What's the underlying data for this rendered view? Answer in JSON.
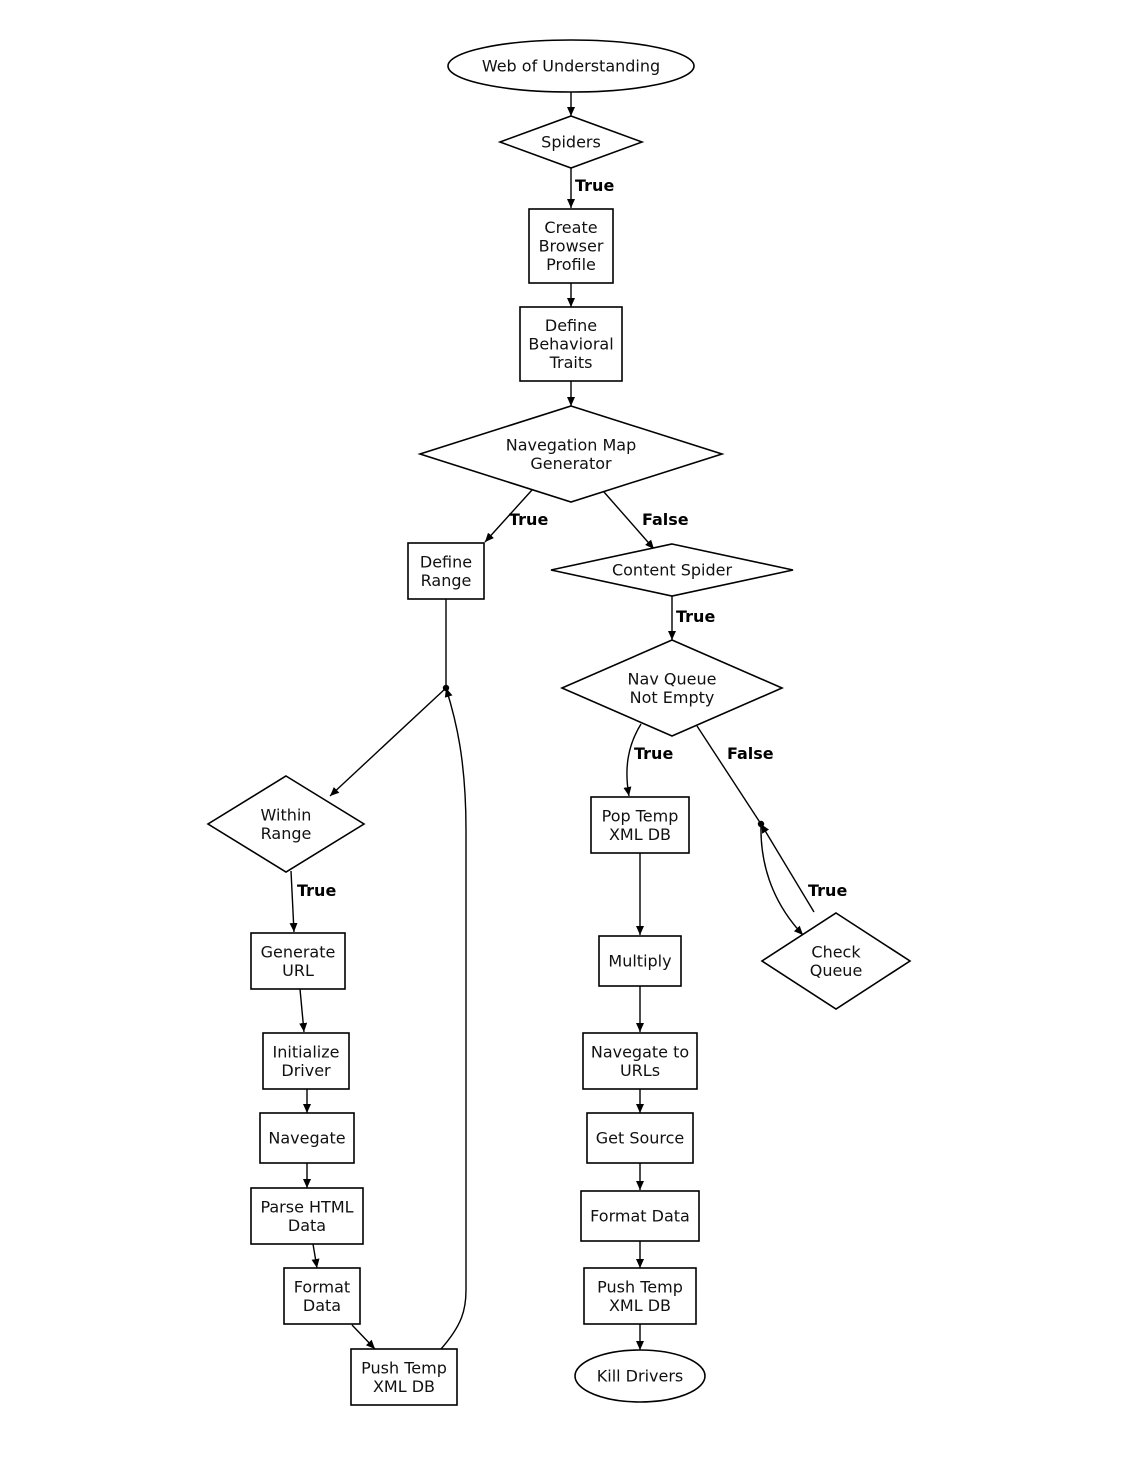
{
  "nodes": {
    "web_of_understanding": {
      "shape": "ellipse",
      "lines": [
        "Web of Understanding"
      ]
    },
    "spiders": {
      "shape": "diamond",
      "lines": [
        "Spiders"
      ]
    },
    "create_browser_profile": {
      "shape": "rect",
      "lines": [
        "Create",
        "Browser",
        "Profile"
      ]
    },
    "define_behavioral_traits": {
      "shape": "rect",
      "lines": [
        "Define",
        "Behavioral",
        "Traits"
      ]
    },
    "navegation_map_generator": {
      "shape": "diamond",
      "lines": [
        "Navegation Map",
        "Generator"
      ]
    },
    "define_range": {
      "shape": "rect",
      "lines": [
        "Define",
        "Range"
      ]
    },
    "content_spider": {
      "shape": "diamond",
      "lines": [
        "Content Spider"
      ]
    },
    "nav_queue_not_empty": {
      "shape": "diamond",
      "lines": [
        "Nav Queue",
        "Not Empty"
      ]
    },
    "within_range": {
      "shape": "diamond",
      "lines": [
        "Within",
        "Range"
      ]
    },
    "pop_temp_xml_db": {
      "shape": "rect",
      "lines": [
        "Pop Temp",
        "XML DB"
      ]
    },
    "check_queue": {
      "shape": "diamond",
      "lines": [
        "Check",
        "Queue"
      ]
    },
    "generate_url": {
      "shape": "rect",
      "lines": [
        "Generate",
        "URL"
      ]
    },
    "multiply": {
      "shape": "rect",
      "lines": [
        "Multiply"
      ]
    },
    "initialize_driver": {
      "shape": "rect",
      "lines": [
        "Initialize",
        "Driver"
      ]
    },
    "navegate_to_urls": {
      "shape": "rect",
      "lines": [
        "Navegate to",
        "URLs"
      ]
    },
    "navegate": {
      "shape": "rect",
      "lines": [
        "Navegate"
      ]
    },
    "get_source": {
      "shape": "rect",
      "lines": [
        "Get Source"
      ]
    },
    "parse_html_data": {
      "shape": "rect",
      "lines": [
        "Parse HTML",
        "Data"
      ]
    },
    "format_data_right": {
      "shape": "rect",
      "lines": [
        "Format Data"
      ]
    },
    "format_data_left": {
      "shape": "rect",
      "lines": [
        "Format",
        "Data"
      ]
    },
    "push_temp_xml_db_right": {
      "shape": "rect",
      "lines": [
        "Push Temp",
        "XML DB"
      ]
    },
    "push_temp_xml_db_left": {
      "shape": "rect",
      "lines": [
        "Push Temp",
        "XML DB"
      ]
    },
    "kill_drivers": {
      "shape": "ellipse",
      "lines": [
        "Kill Drivers"
      ]
    }
  },
  "edges": [
    {
      "from": "web_of_understanding",
      "to": "spiders",
      "label": ""
    },
    {
      "from": "spiders",
      "to": "create_browser_profile",
      "label": "True"
    },
    {
      "from": "create_browser_profile",
      "to": "define_behavioral_traits",
      "label": ""
    },
    {
      "from": "define_behavioral_traits",
      "to": "navegation_map_generator",
      "label": ""
    },
    {
      "from": "navegation_map_generator",
      "to": "define_range",
      "label": "True"
    },
    {
      "from": "navegation_map_generator",
      "to": "content_spider",
      "label": "False"
    },
    {
      "from": "define_range",
      "to": "loop_junction_left",
      "label": ""
    },
    {
      "from": "loop_junction_left",
      "to": "within_range",
      "label": ""
    },
    {
      "from": "within_range",
      "to": "generate_url",
      "label": "True"
    },
    {
      "from": "generate_url",
      "to": "initialize_driver",
      "label": ""
    },
    {
      "from": "initialize_driver",
      "to": "navegate",
      "label": ""
    },
    {
      "from": "navegate",
      "to": "parse_html_data",
      "label": ""
    },
    {
      "from": "parse_html_data",
      "to": "format_data_left",
      "label": ""
    },
    {
      "from": "format_data_left",
      "to": "push_temp_xml_db_left",
      "label": ""
    },
    {
      "from": "push_temp_xml_db_left",
      "to": "loop_junction_left",
      "label": ""
    },
    {
      "from": "content_spider",
      "to": "nav_queue_not_empty",
      "label": "True"
    },
    {
      "from": "nav_queue_not_empty",
      "to": "pop_temp_xml_db",
      "label": "True"
    },
    {
      "from": "nav_queue_not_empty",
      "to": "loop_junction_right",
      "label": "False"
    },
    {
      "from": "loop_junction_right",
      "to": "check_queue",
      "label": ""
    },
    {
      "from": "check_queue",
      "to": "loop_junction_right",
      "label": "True"
    },
    {
      "from": "pop_temp_xml_db",
      "to": "multiply",
      "label": ""
    },
    {
      "from": "multiply",
      "to": "navegate_to_urls",
      "label": ""
    },
    {
      "from": "navegate_to_urls",
      "to": "get_source",
      "label": ""
    },
    {
      "from": "get_source",
      "to": "format_data_right",
      "label": ""
    },
    {
      "from": "format_data_right",
      "to": "push_temp_xml_db_right",
      "label": ""
    },
    {
      "from": "push_temp_xml_db_right",
      "to": "kill_drivers",
      "label": ""
    }
  ]
}
